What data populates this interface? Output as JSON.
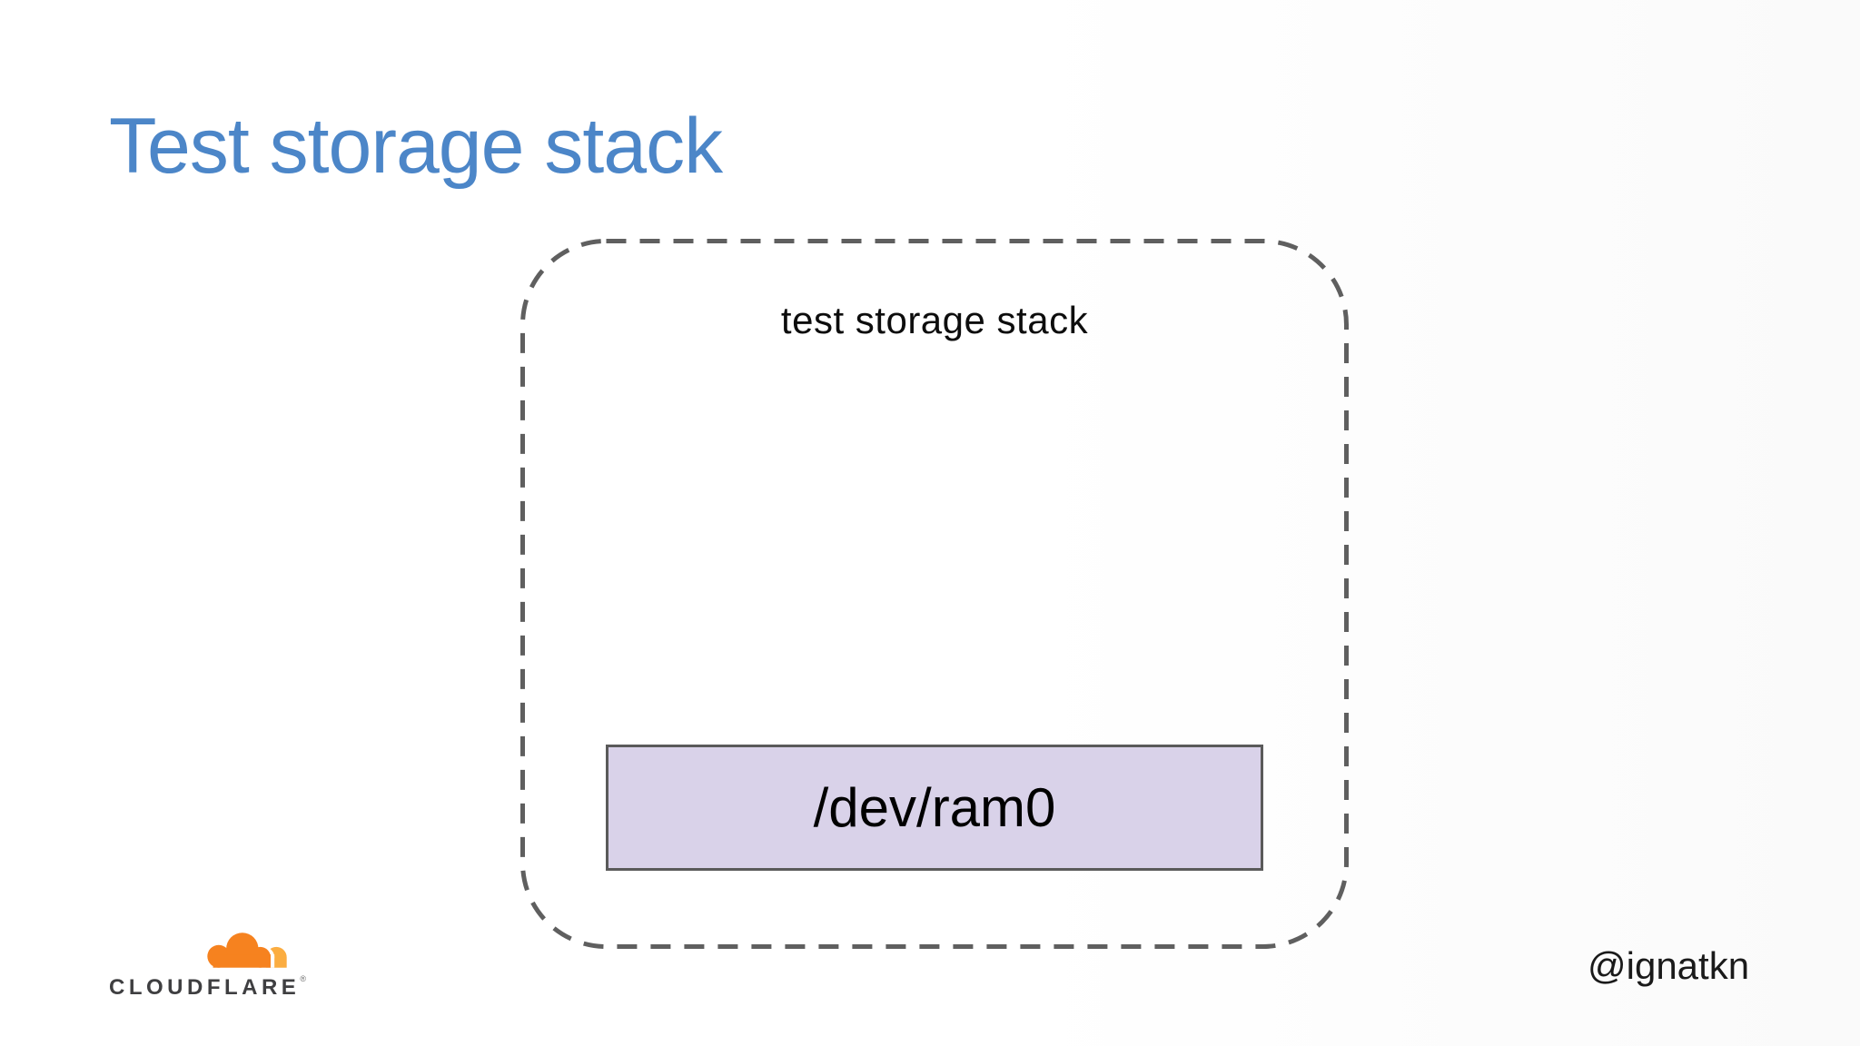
{
  "slide": {
    "title": "Test storage stack",
    "container_label": "test storage stack",
    "block_label": "/dev/ram0",
    "handle": "@ignatkn"
  },
  "branding": {
    "wordmark": "CLOUDFLARE",
    "trademark": "®",
    "logo_icon": "cloudflare-cloud-icon"
  },
  "colors": {
    "title_blue": "#4c86c8",
    "label_black": "#0d0d0d",
    "block_fill": "#d9d2e9",
    "block_border": "#5a5a5a",
    "dashed_border": "#5f5f5f",
    "cloudflare_orange": "#f6821f",
    "cloudflare_light_orange": "#fbad41",
    "wordmark_gray": "#3f3f41",
    "background": "#ffffff"
  }
}
